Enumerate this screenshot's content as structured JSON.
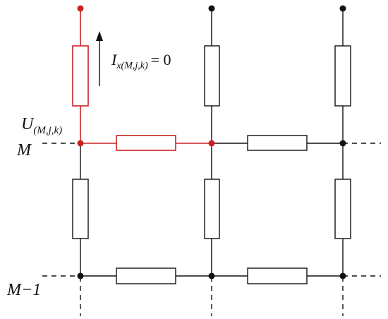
{
  "colors": {
    "highlight": "#cc2222",
    "wire": "#111111",
    "background": "#ffffff"
  },
  "labels": {
    "current_symbol": "I",
    "current_subscript": "x(M,j,k)",
    "current_value": "= 0",
    "voltage_symbol": "U",
    "voltage_subscript": "(M,j,k)",
    "row_m": "M",
    "row_m_minus_1": "M−1"
  }
}
